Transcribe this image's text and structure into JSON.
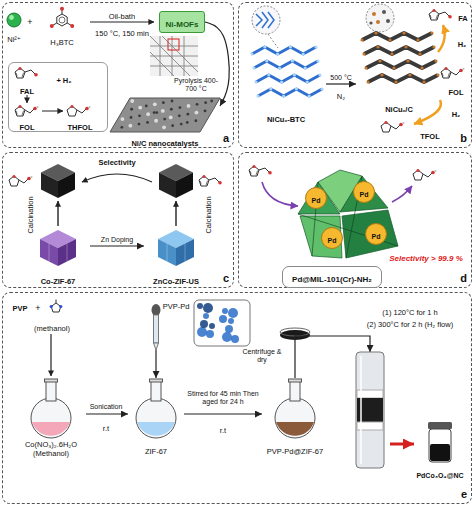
{
  "diagram": {
    "nodes": [
      {
        "text": [
          "a"
        ]
      },
      {
        "text": [
          "Ni-MOFs"
        ],
        "in": 0
      },
      {
        "text": [
          "FAL",
          "+ H₂",
          "FOL",
          "THFOL"
        ],
        "in": 0
      },
      {
        "text": [
          "Ni/C nanocatalysts"
        ],
        "in": 0
      },
      {
        "text": [
          "b"
        ]
      },
      {
        "text": [
          "NiCuₓ-BTC"
        ],
        "in": 4
      },
      {
        "text": [
          "NiCuₓ/C"
        ],
        "in": 4
      },
      {
        "text": [
          "c"
        ]
      },
      {
        "text": [
          "Co-ZIF-67"
        ],
        "in": 7
      },
      {
        "text": [
          "ZnCo-ZIF-US"
        ],
        "in": 7
      },
      {
        "text": [
          "d"
        ]
      },
      {
        "text": [
          "Pd"
        ],
        "in": 10
      },
      {
        "text": [
          "Pd"
        ],
        "in": 10
      },
      {
        "text": [
          "Pd"
        ],
        "in": 10
      },
      {
        "text": [
          "Pd"
        ],
        "in": 10
      },
      {
        "text": [
          "Pd@MIL-101(Cr)-NH₂"
        ],
        "in": 10
      },
      {
        "text": [
          "e"
        ]
      },
      {
        "text": [
          "Co(NO₃)₂.6H₂O (Methanol)"
        ],
        "in": 16
      },
      {
        "text": [
          "ZIF-67"
        ],
        "in": 16
      },
      {
        "text": [
          "PVP-Pd"
        ],
        "in": 16
      },
      {
        "text": [
          "PVP-Pd@ZIF-67"
        ],
        "in": 16
      },
      {
        "text": [
          "(1) 120°C for 1 h",
          "(2) 300°C for 2 h (H₂ flow)"
        ],
        "in": 16
      },
      {
        "text": [
          "PdCo₃O₄@NC"
        ],
        "in": 16
      }
    ],
    "edges": [
      {
        "from": 1,
        "to": 3,
        "arrow": "to",
        "label": "Pyrolysis 400-700 °C"
      },
      {
        "from": 5,
        "to": 6,
        "arrow": "to",
        "label": "500 °C"
      },
      {
        "from": 8,
        "to": 9,
        "arrow": "to",
        "label": "Zn Doping"
      },
      {
        "from": 17,
        "to": 18,
        "arrow": "to",
        "label": "Sonication"
      },
      {
        "from": 19,
        "to": 18,
        "arrow": "to"
      },
      {
        "from": 18,
        "to": 20,
        "arrow": "to",
        "label": "Stirred for 45 min Then aged for 24 h"
      },
      {
        "from": 20,
        "to": 21,
        "arrow": "to",
        "label": "Centrifuge & dry"
      },
      {
        "from": 21,
        "to": 22,
        "arrow": "to"
      }
    ],
    "labels": [
      "Ni²⁺",
      "+",
      "H₃BTC",
      "Oil-bath",
      "150 °C, 150 min",
      "FA",
      "H₂",
      "N₂",
      "H₂",
      "FOL",
      "TFOL",
      "Selectivity",
      "Calcination",
      "Calcination",
      "Selectivity > 99.9 %",
      "PVP",
      "+",
      "(methanol)",
      "r.t",
      "r.t"
    ]
  }
}
